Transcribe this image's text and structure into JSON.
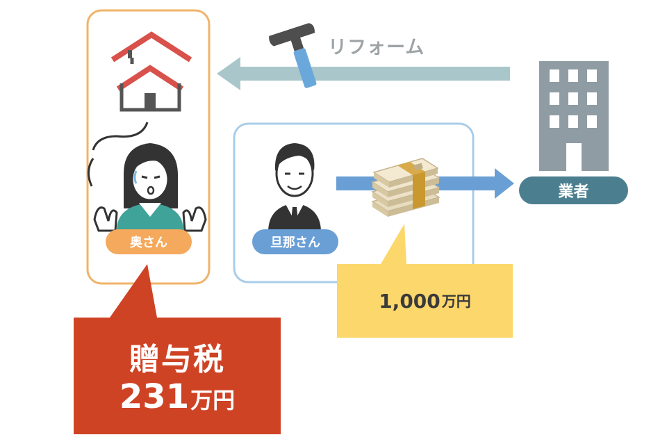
{
  "labels": {
    "reform": "リフォーム",
    "contractor": "業者",
    "wife": "奥さん",
    "husband": "旦那さん"
  },
  "payment": {
    "amount": "1,000",
    "unit": "万円"
  },
  "tax": {
    "title": "贈与税",
    "amount": "231",
    "unit": "万円"
  },
  "colors": {
    "wife_frame": "#f0b46a",
    "husband_frame": "#a9cde8",
    "reform_arrow": "#a9c7ca",
    "payment_arrow": "#6a9fd6",
    "contractor_pill": "#4b7f8f",
    "wife_pill": "#f4a95c",
    "husband_pill": "#6a9fd6",
    "money_callout": "#fcd76c",
    "tax_callout": "#cf4325",
    "house_roof": "#d9514b",
    "building": "#8f9ca4"
  },
  "icons": [
    "house-icon",
    "hammer-icon",
    "building-icon",
    "wife-icon",
    "husband-icon",
    "money-bundle-icon"
  ]
}
